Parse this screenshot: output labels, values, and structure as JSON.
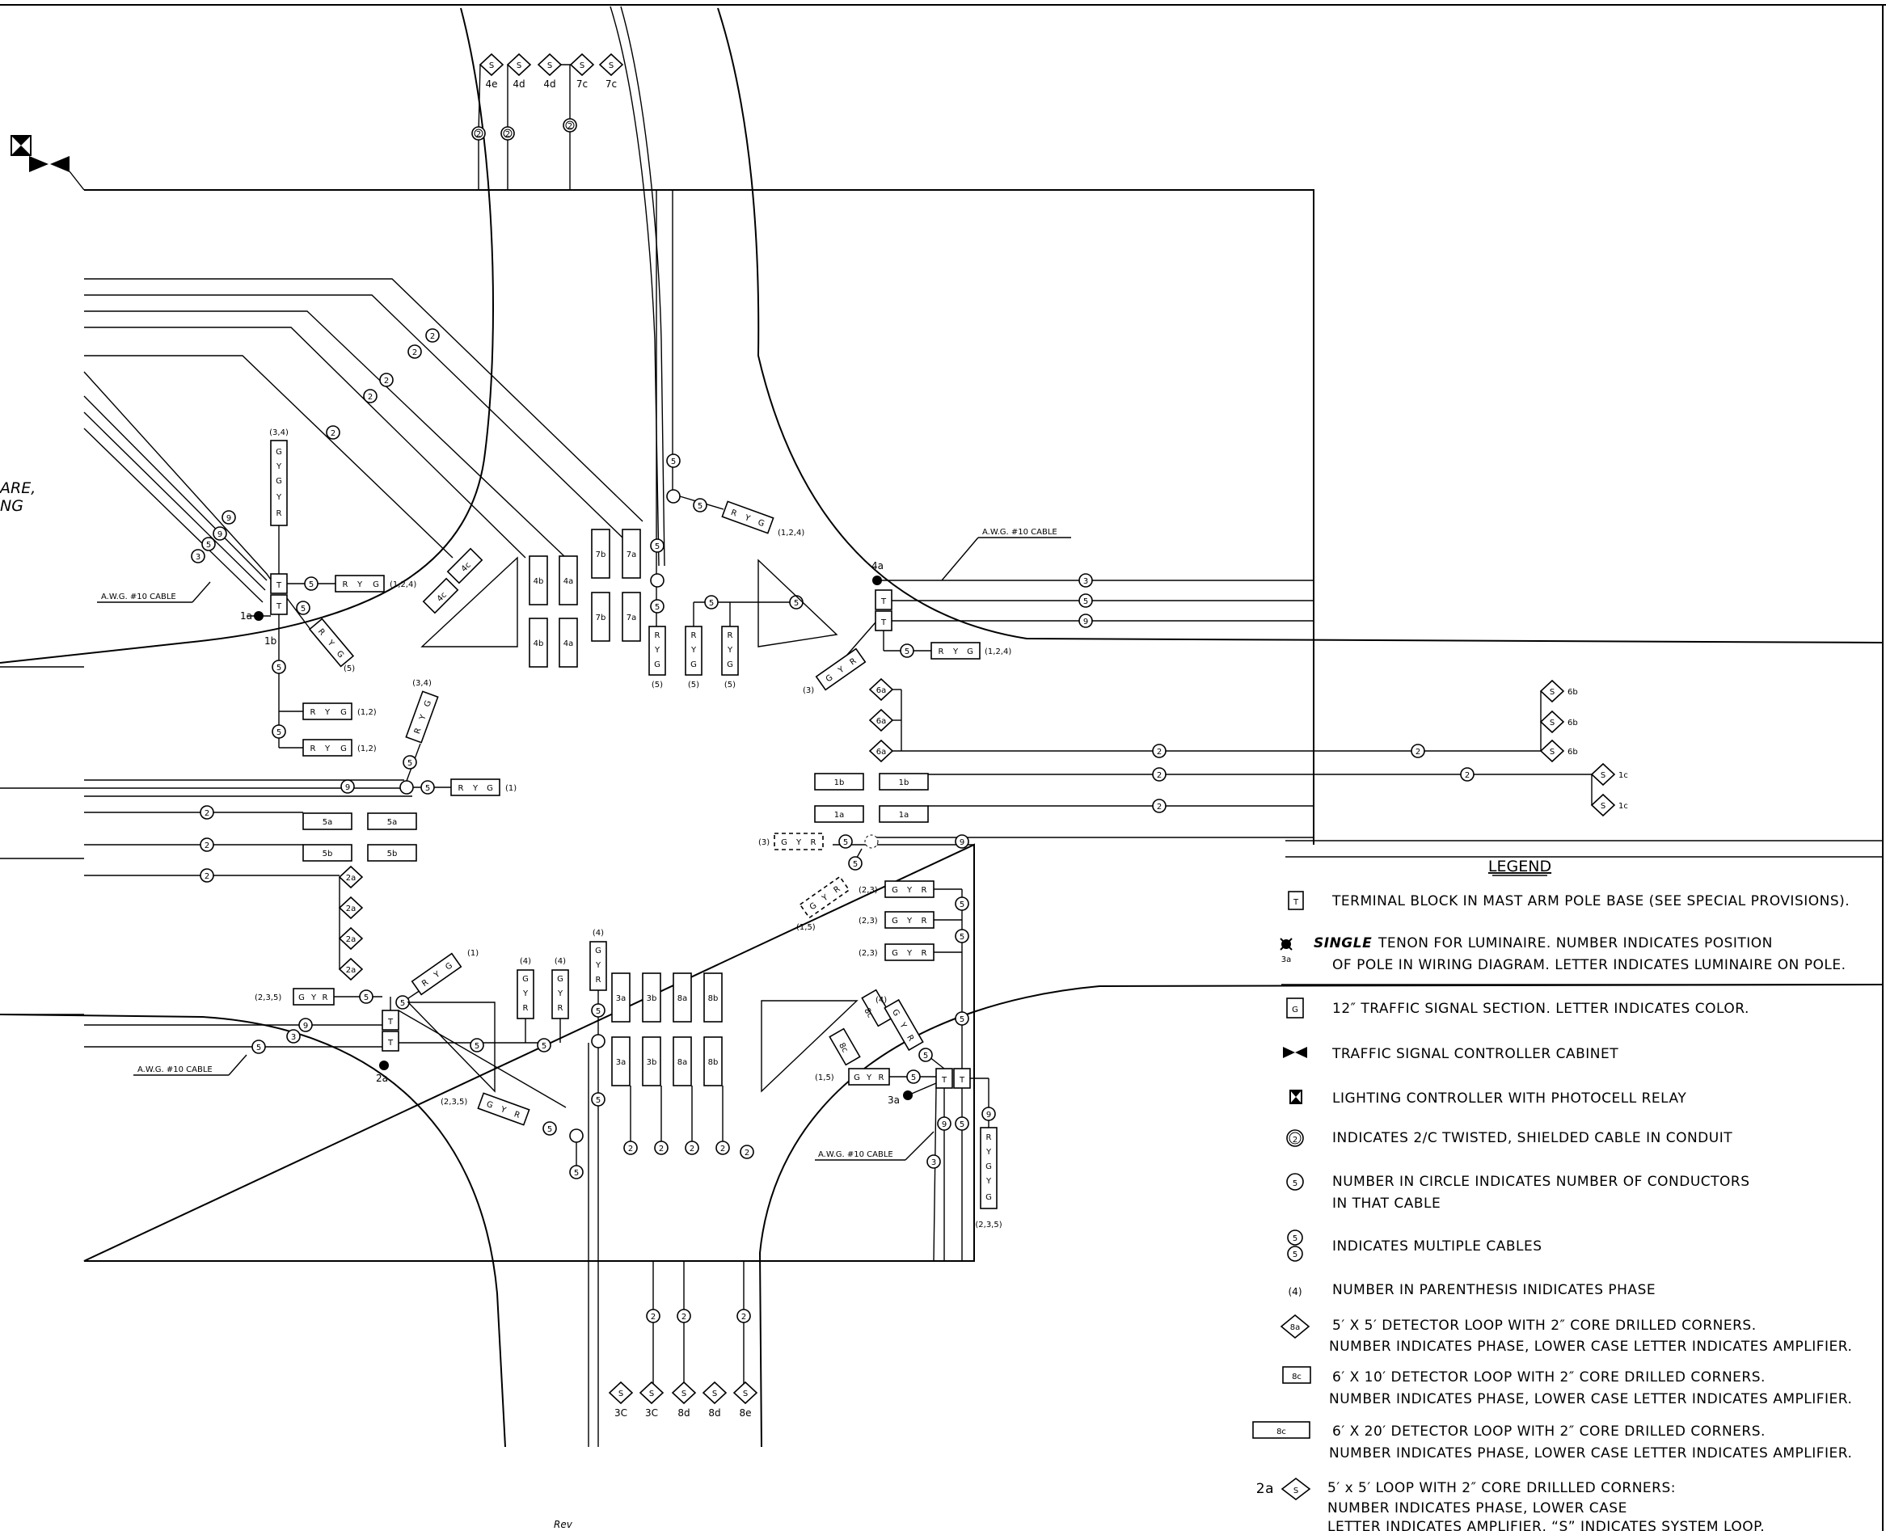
{
  "legend": {
    "title": "LEGEND",
    "items": [
      {
        "symbol": "T",
        "line1": "TERMINAL BLOCK IN MAST ARM POLE BASE (SEE SPECIAL PROVISIONS).",
        "line2": ""
      },
      {
        "symbol": "3a",
        "line1_bold": "SINGLE",
        "line1": "TENON FOR       LUMINAIRE.  NUMBER INDICATES POSITION",
        "line2": "OF POLE IN WIRING DIAGRAM. LETTER INDICATES LUMINAIRE ON POLE."
      },
      {
        "symbol": "G",
        "line1": "12″ TRAFFIC SIGNAL SECTION. LETTER INDICATES COLOR.",
        "line2": ""
      },
      {
        "symbol": "",
        "line1": "TRAFFIC SIGNAL CONTROLLER CABINET",
        "line2": ""
      },
      {
        "symbol": "",
        "line1": "LIGHTING CONTROLLER WITH PHOTOCELL RELAY",
        "line2": ""
      },
      {
        "symbol": "2",
        "line1": "INDICATES 2/C TWISTED, SHIELDED CABLE IN CONDUIT",
        "line2": ""
      },
      {
        "symbol": "5",
        "line1": "NUMBER IN CIRCLE INDICATES NUMBER OF CONDUCTORS",
        "line2": "IN THAT CABLE"
      },
      {
        "symbol": "5",
        "line1": "INDICATES MULTIPLE CABLES",
        "line2": ""
      },
      {
        "symbol": "(4)",
        "line1": "NUMBER IN PARENTHESIS INIDICATES PHASE",
        "line2": ""
      },
      {
        "symbol": "8a",
        "line1": "5′ X 5′ DETECTOR LOOP WITH 2″ CORE DRILLED CORNERS.",
        "line2": "NUMBER INDICATES PHASE, LOWER CASE LETTER INDICATES AMPLIFIER."
      },
      {
        "symbol": "8c",
        "line1": "6′ X 10′ DETECTOR LOOP WITH 2″ CORE DRILLED CORNERS.",
        "line2": "NUMBER INDICATES PHASE, LOWER CASE LETTER INDICATES AMPLIFIER."
      },
      {
        "symbol": "8c",
        "line1": "6′ X 20′ DETECTOR LOOP WITH 2″ CORE DRILLED CORNERS.",
        "line2": "NUMBER INDICATES PHASE, LOWER CASE LETTER INDICATES AMPLIFIER."
      },
      {
        "symbol": "2a",
        "line1": "5′ x 5′ LOOP WITH 2″ CORE DRILLLED CORNERS:",
        "line2": "NUMBER INDICATES PHASE, LOWER CASE",
        "line3": "LETTER INDICATES AMPLIFIER, “S” INDICATES SYSTEM LOOP."
      }
    ]
  },
  "diagram": {
    "cable_label": "A.W.G. #10 CABLE",
    "margin_note": [
      "ARE,",
      "NG"
    ],
    "scribble": "Rev",
    "top_loops": [
      "4e",
      "4d",
      "4d",
      "7c",
      "7c"
    ],
    "bottom_loops": [
      "3C",
      "3C",
      "8d",
      "8d",
      "8e"
    ],
    "right_loops_6b": [
      "6b",
      "6b",
      "6b"
    ],
    "right_loops_1c": [
      "1c",
      "1c"
    ],
    "left_loops_2a": [
      "2a",
      "2a",
      "2a",
      "2a"
    ],
    "west_6x20": [
      "5a",
      "5a",
      "5b",
      "5b"
    ],
    "east_6x20": [
      "1b",
      "1b",
      "1a",
      "1a"
    ],
    "north_6x10": [
      "4b",
      "4a",
      "4b",
      "4a",
      "7b",
      "7a",
      "7b",
      "7a"
    ],
    "south_6x10": [
      "3a",
      "3b",
      "8a",
      "8b",
      "3a",
      "3b",
      "8a",
      "8b"
    ],
    "angled_loops": [
      "4c",
      "4c",
      "8c",
      "8c"
    ],
    "poles": [
      "1a",
      "1b",
      "2a",
      "3a",
      "4a"
    ],
    "phase_labels": [
      "(3,4)",
      "(1,2,4)",
      "(5)",
      "(1,2)",
      "(1,2)",
      "(3,4)",
      "(1)",
      "(1,2,4)",
      "(1,2,4)",
      "(3)",
      "(2,3)",
      "(2,3)",
      "(2,3)",
      "(1,5)",
      "(2,3,5)",
      "(2,3,5)",
      "(1)",
      "(4)",
      "(4)",
      "(4)",
      "(4)",
      "(2,3,5)",
      "(1,5)",
      "(5)",
      "(5)",
      "(5)",
      "(3)"
    ],
    "det_4a_text": "4a",
    "loop_center_letter": "S"
  }
}
